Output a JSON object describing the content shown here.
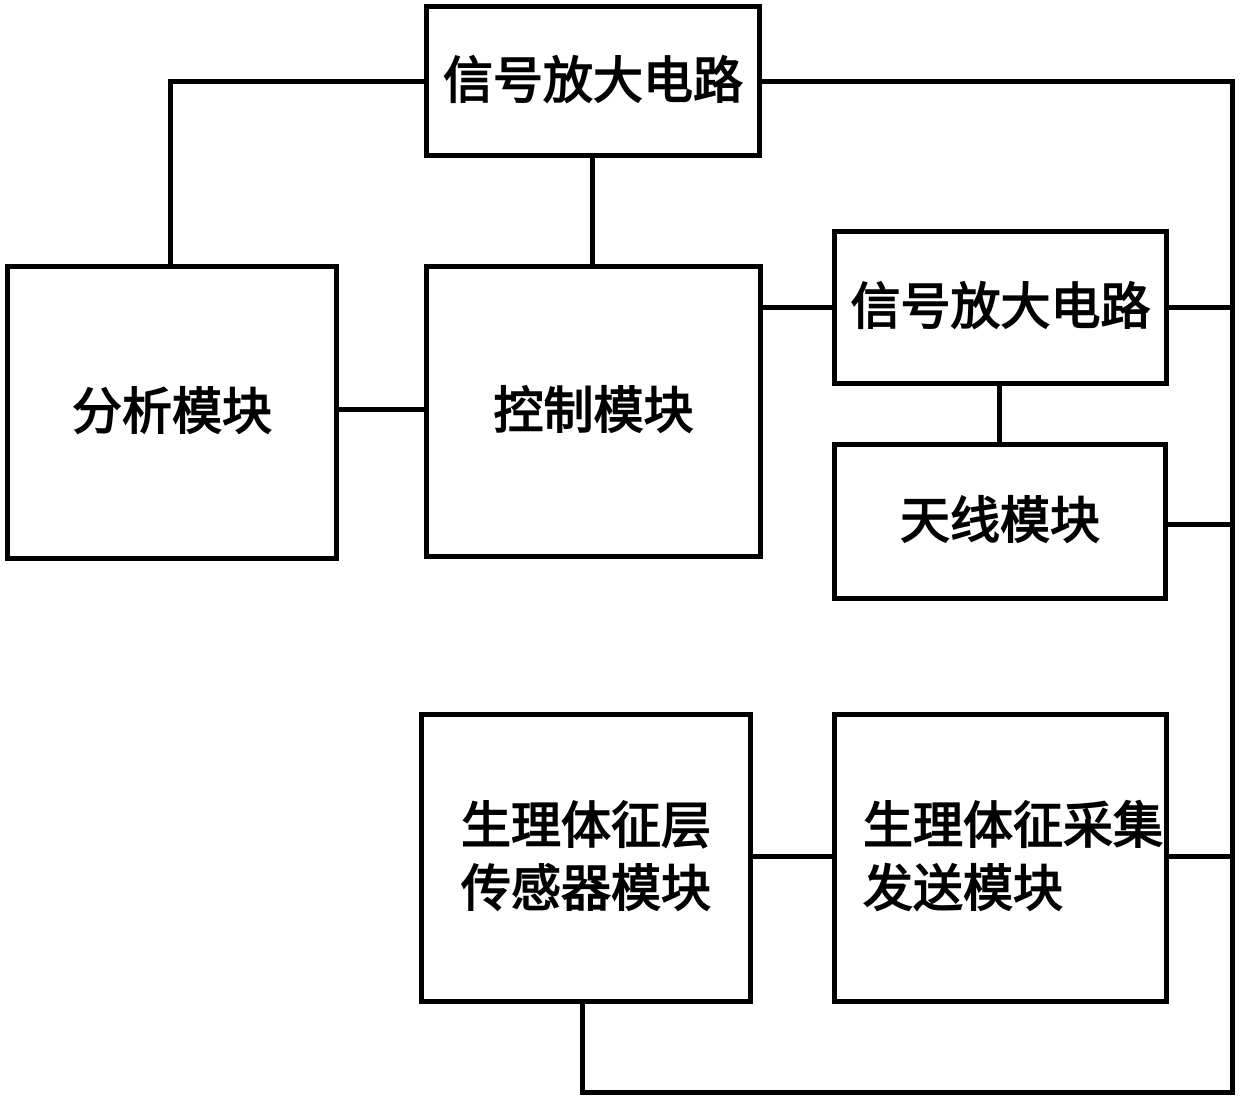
{
  "diagram": {
    "background_color": "#ffffff",
    "line_color": "#000000",
    "boxes": {
      "amp_top": {
        "label": "信号放大电路"
      },
      "analysis": {
        "label": "分析模块"
      },
      "control": {
        "label": "控制模块"
      },
      "amp_right": {
        "label": "信号放大电路"
      },
      "antenna": {
        "label": "天线模块"
      },
      "sensor": {
        "line1": "生理体征层",
        "line2": "传感器模块"
      },
      "collector": {
        "line1": "生理体征采集",
        "line2": "发送模块"
      }
    },
    "connections": [
      "信号放大电路(顶) — 分析模块",
      "信号放大电路(顶) — 控制模块",
      "分析模块 — 控制模块",
      "控制模块 — 信号放大电路(右)",
      "信号放大电路(右) — 天线模块",
      "信号放大电路(顶) — 右侧总线",
      "信号放大电路(右) — 右侧总线",
      "天线模块 — 右侧总线",
      "生理体征层传感器模块 — 生理体征采集发送模块",
      "生理体征采集发送模块 — 右侧总线",
      "生理体征层传感器模块 — 底部连线 — 右侧总线"
    ]
  }
}
